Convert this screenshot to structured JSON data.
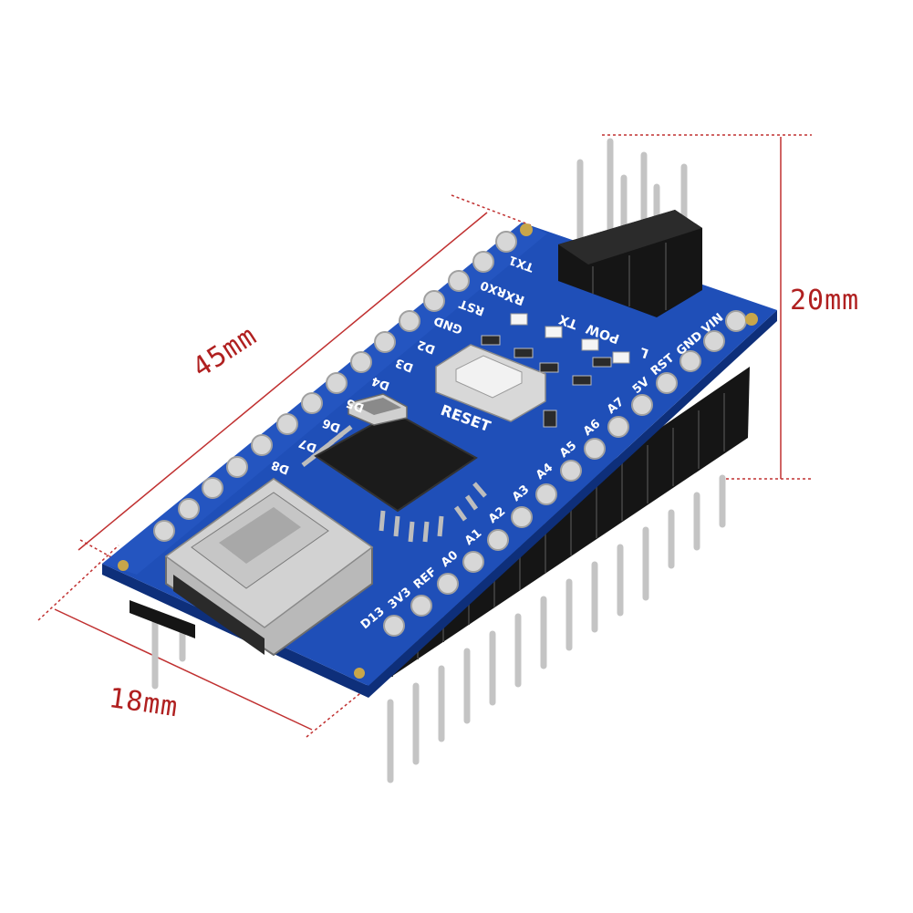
{
  "dimensions": {
    "length": "45mm",
    "height": "20mm",
    "width": "18mm"
  },
  "board": {
    "top_labels": [
      "TX1",
      "RX0",
      "RST",
      "GND",
      "D2",
      "D3",
      "D4",
      "D5",
      "D6",
      "D7",
      "D8"
    ],
    "bottom_labels": [
      "D13",
      "3V3",
      "REF",
      "A0",
      "A1",
      "A2",
      "A3",
      "A4",
      "A5",
      "A6",
      "A7",
      "5V",
      "RST",
      "GND",
      "VIN"
    ],
    "led_labels": [
      "RX",
      "TX",
      "POW",
      "L"
    ],
    "reset_label": "RESET",
    "colors": {
      "pcb": "#1f4fb8",
      "pcb_dark": "#163c93",
      "dimension_lines": "#c03030",
      "pins": "#c8c8c8",
      "headers": "#1a1a1a"
    }
  }
}
